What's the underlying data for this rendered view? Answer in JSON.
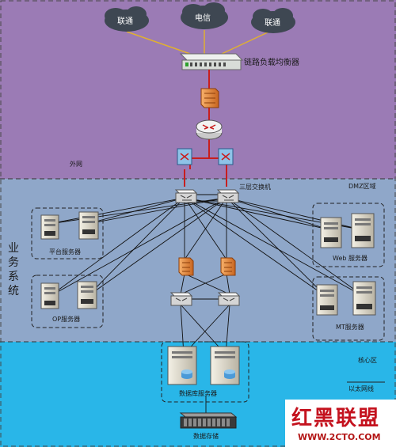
{
  "zones": {
    "external": {
      "label": "外网",
      "color": "#9b7bb5"
    },
    "dmz": {
      "label": "DMZ区域",
      "color": "#8fa7c9"
    },
    "core": {
      "label": "核心区",
      "color": "#29b6e8"
    },
    "business": {
      "label": "业务系统"
    }
  },
  "isps": [
    "联通",
    "电信",
    "联通"
  ],
  "load_balancer_label": "链路负载均衡器",
  "switch_label": "三层交换机",
  "server_groups": {
    "platform": "平台服务器",
    "op": "OP服务器",
    "web": "Web 服务器",
    "mt": "MT服务器",
    "db": "数据库服务器"
  },
  "storage_label": "数据存储",
  "ethernet_label": "以太网线",
  "watermark": {
    "brand": "红黑联盟",
    "url": "WWW.2CTO.COM"
  }
}
